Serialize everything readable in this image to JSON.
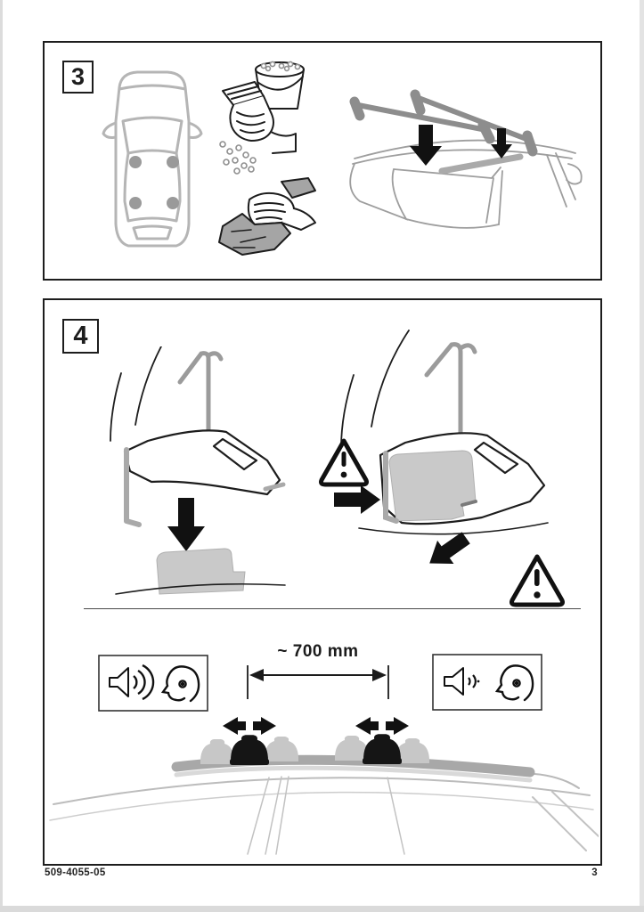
{
  "panel3": {
    "step_label": "3",
    "illustration_names": [
      "car-top-view-mount-points",
      "cleaning-granules-and-bucket",
      "wipe-cloth-hand",
      "crossbars-lowered-onto-roof"
    ]
  },
  "panel4": {
    "step_label": "4",
    "dimension_label": "~ 700 mm",
    "illustration_names": [
      "foot-lowered-onto-pad",
      "foot-clamped-warnings",
      "click-sound-loud",
      "click-sound-soft",
      "roof-feet-spacing"
    ]
  },
  "footer": {
    "document_number": "509-4055-05",
    "page_number": "3"
  },
  "icons": [
    "warning-triangle-icon",
    "down-arrow-icon",
    "right-arrow-icon",
    "up-left-arrow-icon",
    "left-right-arrows-icon",
    "speaker-sound-icon",
    "listening-head-icon"
  ],
  "colors": {
    "line_black": "#1d1d1d",
    "car_outline_gray": "#b5b5b5",
    "mount_dot_gray": "#9a9a9a",
    "bar_gray": "#8d8d8d",
    "pad_gray": "#c9c9c9",
    "rail_gray": "#a8a8a8",
    "cloth_gray": "#a5a5a5"
  }
}
